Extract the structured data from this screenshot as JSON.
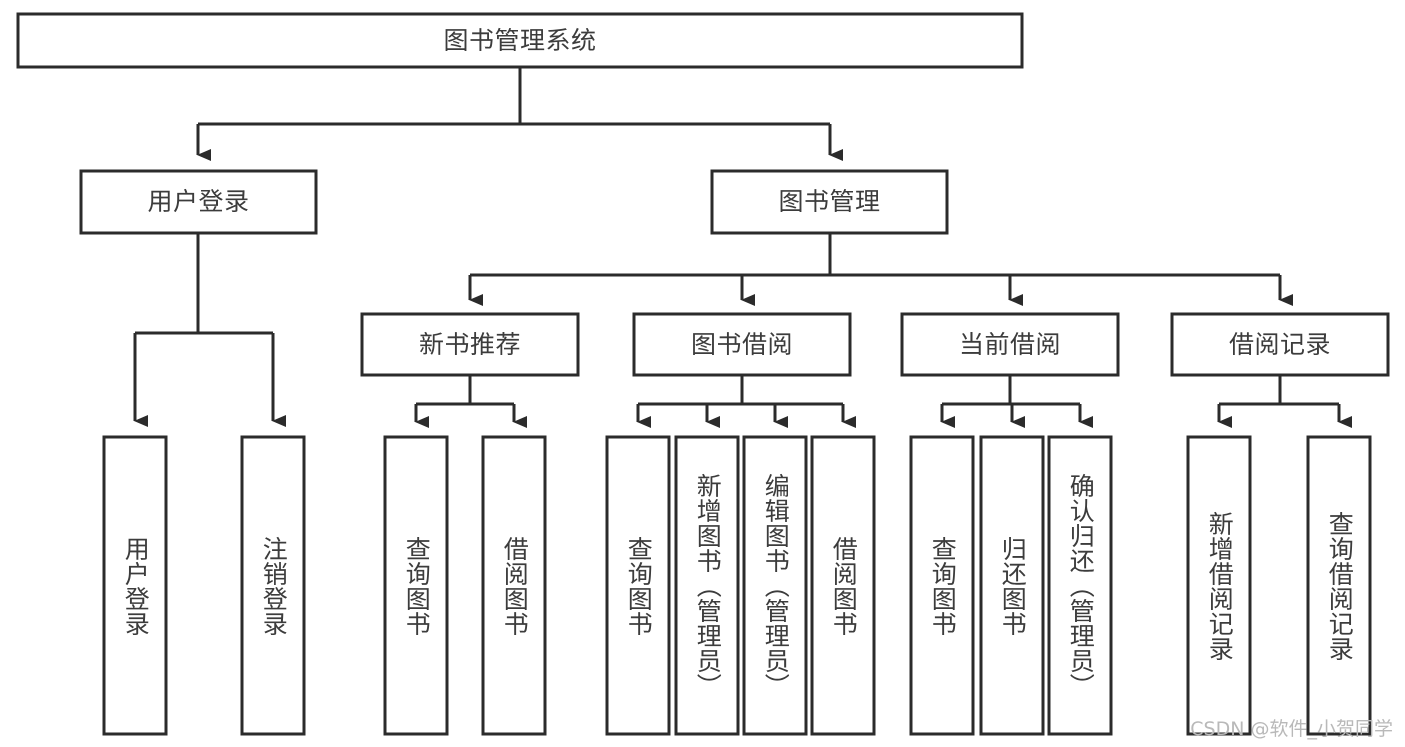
{
  "diagram": {
    "type": "tree-hierarchy",
    "title": "图书管理系统",
    "watermark": "CSDN @软件_小贺同学",
    "colors": {
      "box_stroke": "#2b2b2b",
      "box_fill": "#ffffff",
      "text": "#3c3c3c",
      "connector": "#2b2b2b",
      "background": "#ffffff",
      "watermark": "#b9b9b9"
    },
    "levels": [
      {
        "level": 0,
        "nodes": [
          {
            "id": "root",
            "label": "图书管理系统",
            "orientation": "horizontal"
          }
        ]
      },
      {
        "level": 1,
        "nodes": [
          {
            "id": "login",
            "label": "用户登录",
            "orientation": "horizontal",
            "parent": "root"
          },
          {
            "id": "bookmgmt",
            "label": "图书管理",
            "orientation": "horizontal",
            "parent": "root"
          }
        ]
      },
      {
        "level": 2,
        "nodes": [
          {
            "id": "newbook",
            "label": "新书推荐",
            "orientation": "horizontal",
            "parent": "bookmgmt"
          },
          {
            "id": "borrow",
            "label": "图书借阅",
            "orientation": "horizontal",
            "parent": "bookmgmt"
          },
          {
            "id": "current",
            "label": "当前借阅",
            "orientation": "horizontal",
            "parent": "bookmgmt"
          },
          {
            "id": "record",
            "label": "借阅记录",
            "orientation": "horizontal",
            "parent": "bookmgmt"
          }
        ]
      },
      {
        "level": 3,
        "nodes": [
          {
            "id": "leaf1",
            "label": "用户登录",
            "orientation": "vertical",
            "parent": "login"
          },
          {
            "id": "leaf2",
            "label": "注销登录",
            "orientation": "vertical",
            "parent": "login"
          },
          {
            "id": "leaf3",
            "label": "查询图书",
            "orientation": "vertical",
            "parent": "newbook"
          },
          {
            "id": "leaf4",
            "label": "借阅图书",
            "orientation": "vertical",
            "parent": "newbook"
          },
          {
            "id": "leaf5",
            "label": "查询图书",
            "orientation": "vertical",
            "parent": "borrow"
          },
          {
            "id": "leaf6",
            "label": "新增图书（管理员）",
            "orientation": "vertical",
            "parent": "borrow"
          },
          {
            "id": "leaf7",
            "label": "编辑图书（管理员）",
            "orientation": "vertical",
            "parent": "borrow"
          },
          {
            "id": "leaf8",
            "label": "借阅图书",
            "orientation": "vertical",
            "parent": "borrow"
          },
          {
            "id": "leaf9",
            "label": "查询图书",
            "orientation": "vertical",
            "parent": "current"
          },
          {
            "id": "leaf10",
            "label": "归还图书",
            "orientation": "vertical",
            "parent": "current"
          },
          {
            "id": "leaf11",
            "label": "确认归还（管理员）",
            "orientation": "vertical",
            "parent": "current"
          },
          {
            "id": "leaf12",
            "label": "新增借阅记录",
            "orientation": "vertical",
            "parent": "record"
          },
          {
            "id": "leaf13",
            "label": "查询借阅记录",
            "orientation": "vertical",
            "parent": "record"
          }
        ]
      }
    ]
  }
}
